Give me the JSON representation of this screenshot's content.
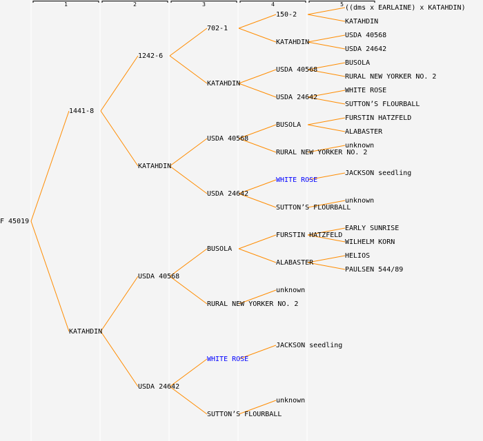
{
  "generations": [
    "1",
    "2",
    "3",
    "4",
    "5"
  ],
  "colors": {
    "line": "#ff8c00",
    "highlight": "#0000ff",
    "text": "#000000",
    "background": "#f4f4f4",
    "divider": "#ffffff"
  },
  "tree": {
    "name": "F 45019",
    "children": [
      {
        "name": "1441-8",
        "children": [
          {
            "name": "1242-6",
            "children": [
              {
                "name": "702-1",
                "children": [
                  {
                    "name": "150-2",
                    "children": [
                      {
                        "name": "((dms x EARLAINE) x KATAHDIN)"
                      },
                      {
                        "name": "KATAHDIN"
                      }
                    ]
                  },
                  {
                    "name": "KATAHDIN",
                    "children": [
                      {
                        "name": "USDA 40568"
                      },
                      {
                        "name": "USDA 24642"
                      }
                    ]
                  }
                ]
              },
              {
                "name": "KATAHDIN",
                "children": [
                  {
                    "name": "USDA 40568",
                    "children": [
                      {
                        "name": "BUSOLA"
                      },
                      {
                        "name": "RURAL NEW YORKER NO. 2"
                      }
                    ]
                  },
                  {
                    "name": "USDA 24642",
                    "children": [
                      {
                        "name": "WHITE ROSE"
                      },
                      {
                        "name": "SUTTON’S FLOURBALL"
                      }
                    ]
                  }
                ]
              }
            ]
          },
          {
            "name": "KATAHDIN",
            "children": [
              {
                "name": "USDA 40568",
                "children": [
                  {
                    "name": "BUSOLA",
                    "children": [
                      {
                        "name": "FURSTIN HATZFELD"
                      },
                      {
                        "name": "ALABASTER"
                      }
                    ]
                  },
                  {
                    "name": "RURAL NEW YORKER NO. 2",
                    "children": [
                      {
                        "name": "unknown"
                      },
                      null
                    ]
                  }
                ]
              },
              {
                "name": "USDA 24642",
                "children": [
                  {
                    "name": "WHITE ROSE",
                    "highlight": true,
                    "children": [
                      {
                        "name": "JACKSON seedling"
                      },
                      null
                    ]
                  },
                  {
                    "name": "SUTTON’S FLOURBALL",
                    "children": [
                      {
                        "name": "unknown"
                      },
                      null
                    ]
                  }
                ]
              }
            ]
          }
        ]
      },
      {
        "name": "KATAHDIN",
        "children": [
          {
            "name": "USDA 40568",
            "children": [
              {
                "name": "BUSOLA",
                "children": [
                  {
                    "name": "FURSTIN HATZFELD",
                    "children": [
                      {
                        "name": "EARLY SUNRISE"
                      },
                      {
                        "name": "WILHELM KORN"
                      }
                    ]
                  },
                  {
                    "name": "ALABASTER",
                    "children": [
                      {
                        "name": "HELIOS"
                      },
                      {
                        "name": "PAULSEN 544/89"
                      }
                    ]
                  }
                ]
              },
              {
                "name": "RURAL NEW YORKER NO. 2",
                "children": [
                  {
                    "name": "unknown"
                  },
                  null
                ]
              }
            ]
          },
          {
            "name": "USDA 24642",
            "children": [
              {
                "name": "WHITE ROSE",
                "highlight": true,
                "children": [
                  {
                    "name": "JACKSON seedling"
                  },
                  null
                ]
              },
              {
                "name": "SUTTON’S FLOURBALL",
                "children": [
                  {
                    "name": "unknown"
                  },
                  null
                ]
              }
            ]
          }
        ]
      }
    ]
  }
}
